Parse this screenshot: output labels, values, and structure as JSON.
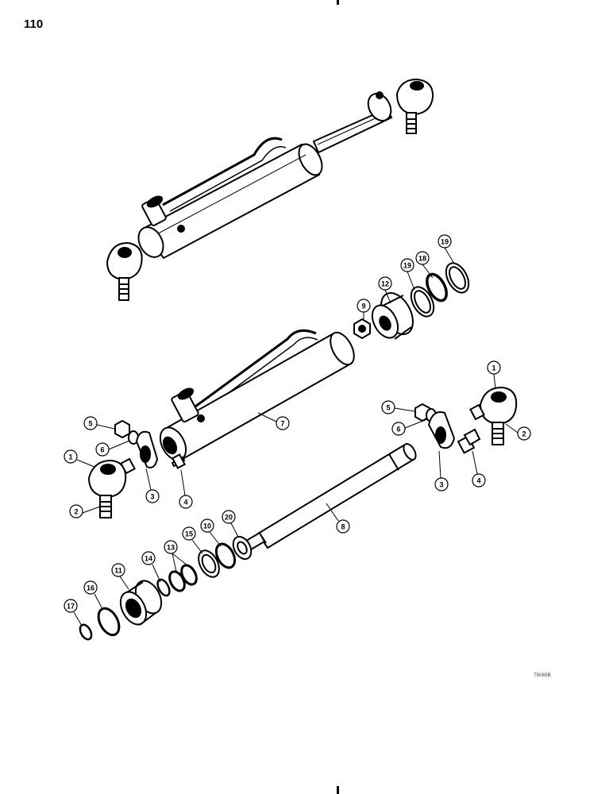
{
  "page": {
    "number": "110",
    "drawing_id": "75065B"
  },
  "callouts": [
    {
      "id": "c12",
      "text": "12"
    },
    {
      "id": "c19a",
      "text": "19"
    },
    {
      "id": "c18",
      "text": "18"
    },
    {
      "id": "c19b",
      "text": "19"
    },
    {
      "id": "c9",
      "text": "9"
    },
    {
      "id": "c7",
      "text": "7"
    },
    {
      "id": "c5l",
      "text": "5"
    },
    {
      "id": "c6l",
      "text": "6"
    },
    {
      "id": "c1l",
      "text": "1"
    },
    {
      "id": "c2l",
      "text": "2"
    },
    {
      "id": "c3l",
      "text": "3"
    },
    {
      "id": "c4l",
      "text": "4"
    },
    {
      "id": "c1r",
      "text": "1"
    },
    {
      "id": "c5r",
      "text": "5"
    },
    {
      "id": "c6r",
      "text": "6"
    },
    {
      "id": "c2r",
      "text": "2"
    },
    {
      "id": "c3r",
      "text": "3"
    },
    {
      "id": "c4r",
      "text": "4"
    },
    {
      "id": "c8",
      "text": "8"
    },
    {
      "id": "c20",
      "text": "20"
    },
    {
      "id": "c10",
      "text": "10"
    },
    {
      "id": "c15",
      "text": "15"
    },
    {
      "id": "c13",
      "text": "13"
    },
    {
      "id": "c14",
      "text": "14"
    },
    {
      "id": "c11",
      "text": "11"
    },
    {
      "id": "c16",
      "text": "16"
    },
    {
      "id": "c17",
      "text": "17"
    }
  ]
}
